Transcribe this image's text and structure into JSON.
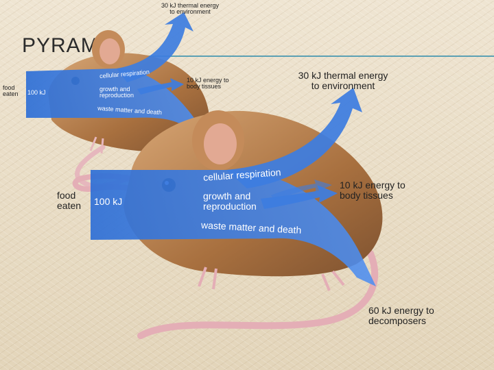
{
  "slide": {
    "title": "PYRAMID"
  },
  "colors": {
    "flow_blue": "#3d7de0",
    "mouse_fur": "#b07a4a",
    "rule": "#5aa0b4"
  },
  "small_diagram": {
    "thermal_label_line1": "30 kJ thermal energy",
    "thermal_label_line2": "to environment",
    "food_line1": "food",
    "food_line2": "eaten",
    "input_energy": "100 kJ",
    "respiration": "cellular respiration",
    "growth_line1": "growth and",
    "growth_line2": "reproduction",
    "waste": "waste matter and death",
    "tissue_line1": "10 kJ energy to",
    "tissue_line2": "body tissues"
  },
  "large_diagram": {
    "thermal_label_line1": "30 kJ thermal energy",
    "thermal_label_line2": "to environment",
    "food_line1": "food",
    "food_line2": "eaten",
    "input_energy": "100 kJ",
    "respiration": "cellular respiration",
    "growth_line1": "growth and",
    "growth_line2": "reproduction",
    "waste": "waste matter and death",
    "tissue_line1": "10 kJ energy to",
    "tissue_line2": "body tissues",
    "decomposer_line1": "60 kJ energy to",
    "decomposer_line2": "decomposers"
  }
}
